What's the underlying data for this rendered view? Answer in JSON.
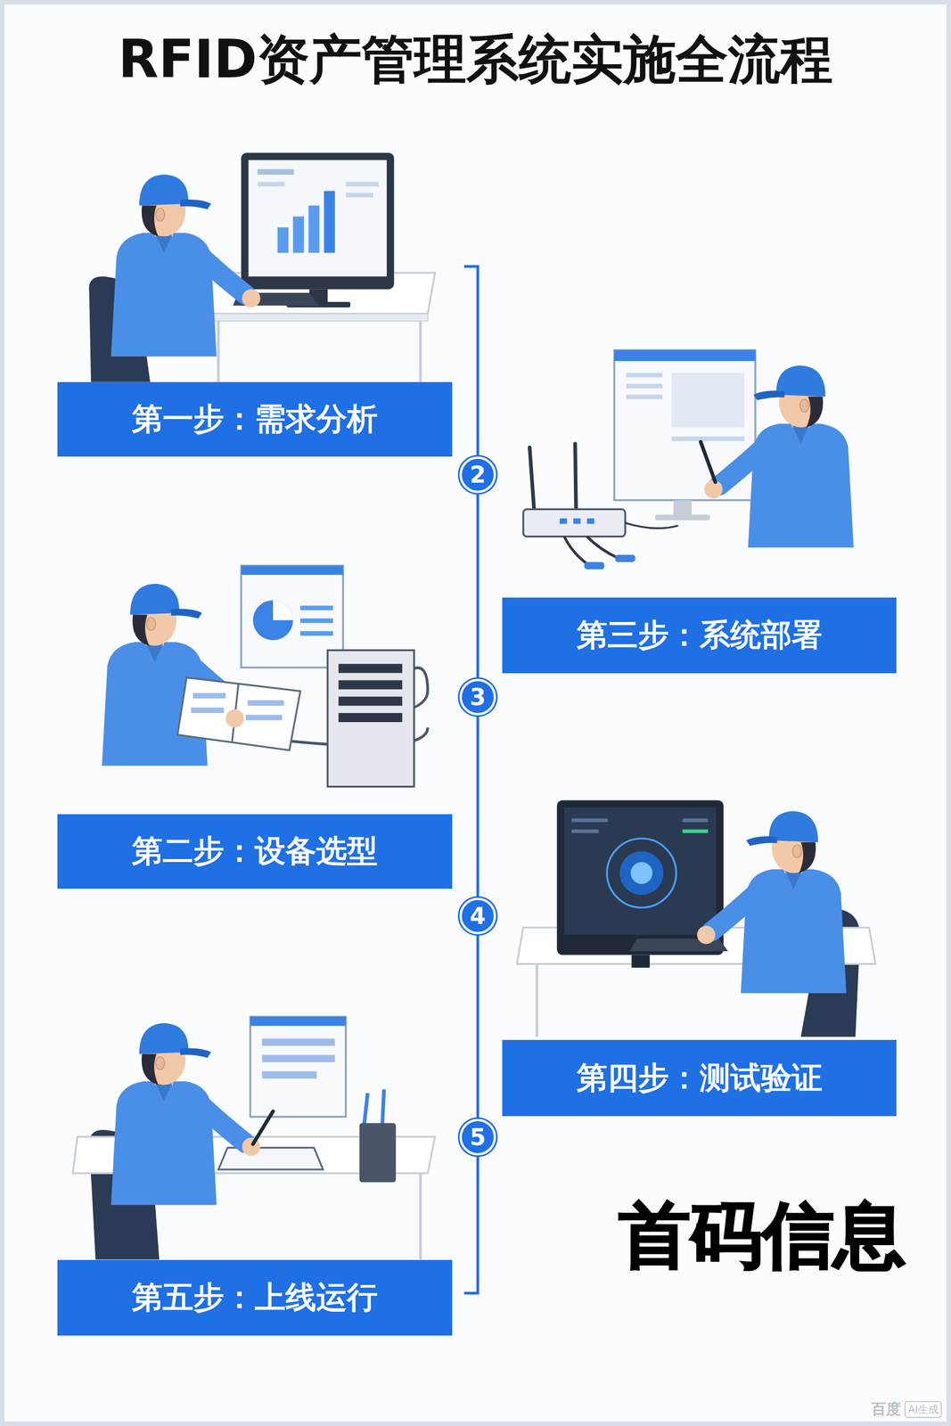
{
  "diagram": {
    "title": "RFID资产管理系统实施全流程",
    "nodes": [
      {
        "text": [
          "第一步：需求分析"
        ]
      },
      {
        "text": [
          "第三步：系统部署"
        ]
      },
      {
        "text": [
          "第二步：设备选型"
        ]
      },
      {
        "text": [
          "第四步：测试验证"
        ]
      },
      {
        "text": [
          "第五步：上线运行"
        ]
      }
    ],
    "labels": [
      "2",
      "3",
      "4",
      "5",
      "首码信息",
      "百度",
      "AI生成"
    ]
  }
}
